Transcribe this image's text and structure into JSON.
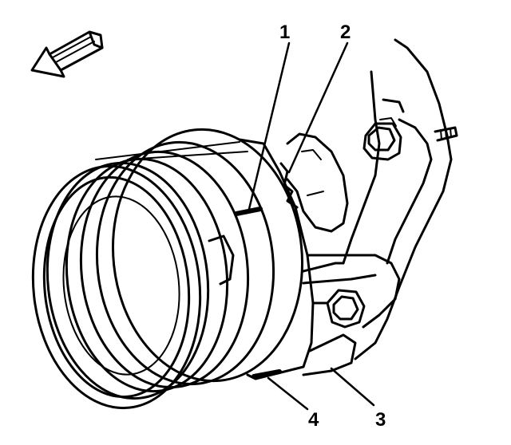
{
  "diagram": {
    "callouts": [
      {
        "id": "callout-1",
        "label": "1"
      },
      {
        "id": "callout-2",
        "label": "2"
      },
      {
        "id": "callout-3",
        "label": "3"
      },
      {
        "id": "callout-4",
        "label": "4"
      }
    ],
    "direction_arrow_icon": "arrow-forward-left-icon",
    "colors": {
      "ink": "#000000",
      "paper": "#ffffff"
    }
  }
}
